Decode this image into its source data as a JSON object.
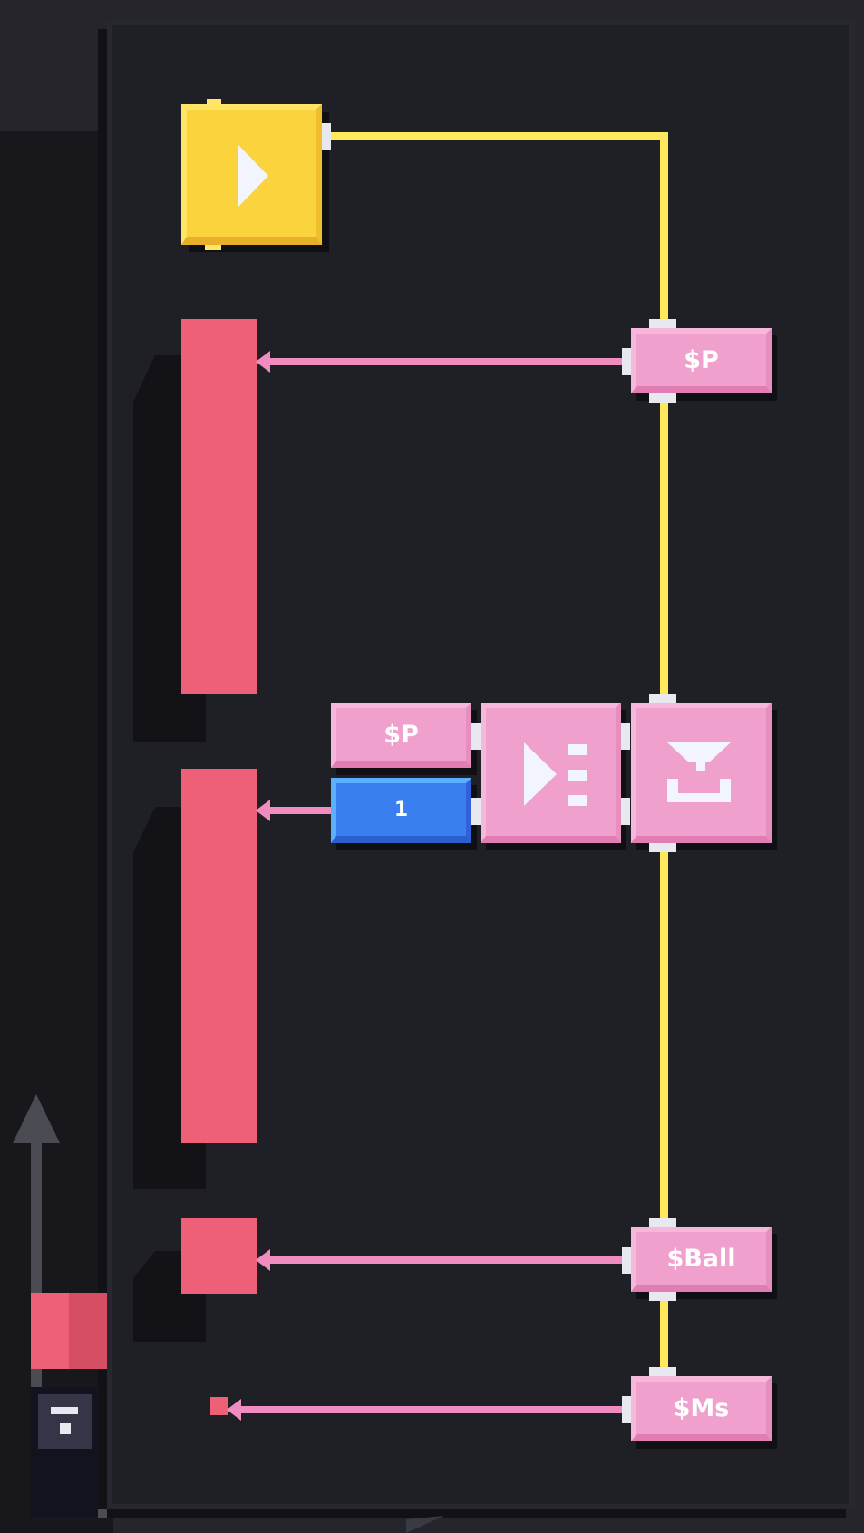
{
  "colors": {
    "background": "#25252b",
    "canvas": "#1f1f26",
    "wire_flow": "#ffe85c",
    "wire_data": "#f08cc0",
    "node_pink": "#f0a0cc",
    "node_yellow": "#fbd33d",
    "node_blue": "#3a7ff0",
    "target_red": "#ed6077"
  },
  "nodes": {
    "start": {
      "icon": "play-icon"
    },
    "set_p_top": {
      "label": "$P"
    },
    "get_p": {
      "label": "$P"
    },
    "number": {
      "label": "1"
    },
    "compare": {
      "icon": "compare-icon"
    },
    "store": {
      "icon": "store-icon"
    },
    "set_ball": {
      "label": "$Ball"
    },
    "set_ms": {
      "label": "$Ms"
    }
  },
  "toolbar": {
    "up_icon": "arrow-up-icon",
    "swatch_color": "#ed6077",
    "save_icon": "save-icon"
  }
}
